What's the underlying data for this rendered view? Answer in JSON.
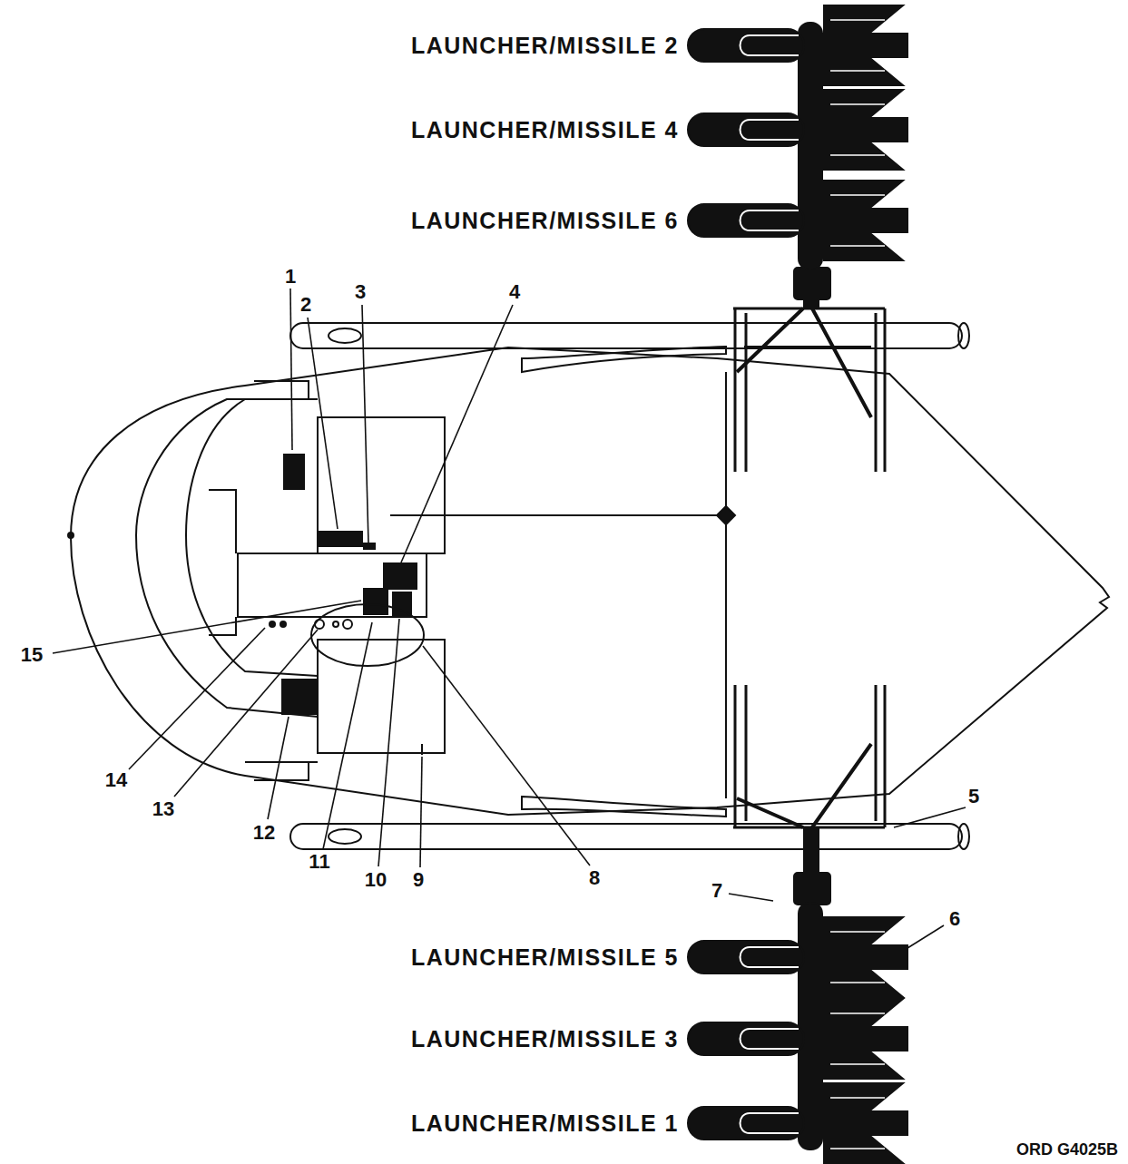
{
  "diagram": {
    "labels": [
      "LAUNCHER/MISSILE 2",
      "LAUNCHER/MISSILE 4",
      "LAUNCHER/MISSILE 6",
      "1",
      "2",
      "3",
      "4",
      "15",
      "14",
      "13",
      "12",
      "11",
      "10",
      "9",
      "8",
      "5",
      "7",
      "6",
      "LAUNCHER/MISSILE 5",
      "LAUNCHER/MISSILE 3",
      "LAUNCHER/MISSILE 1",
      "ORD G4025B"
    ]
  }
}
